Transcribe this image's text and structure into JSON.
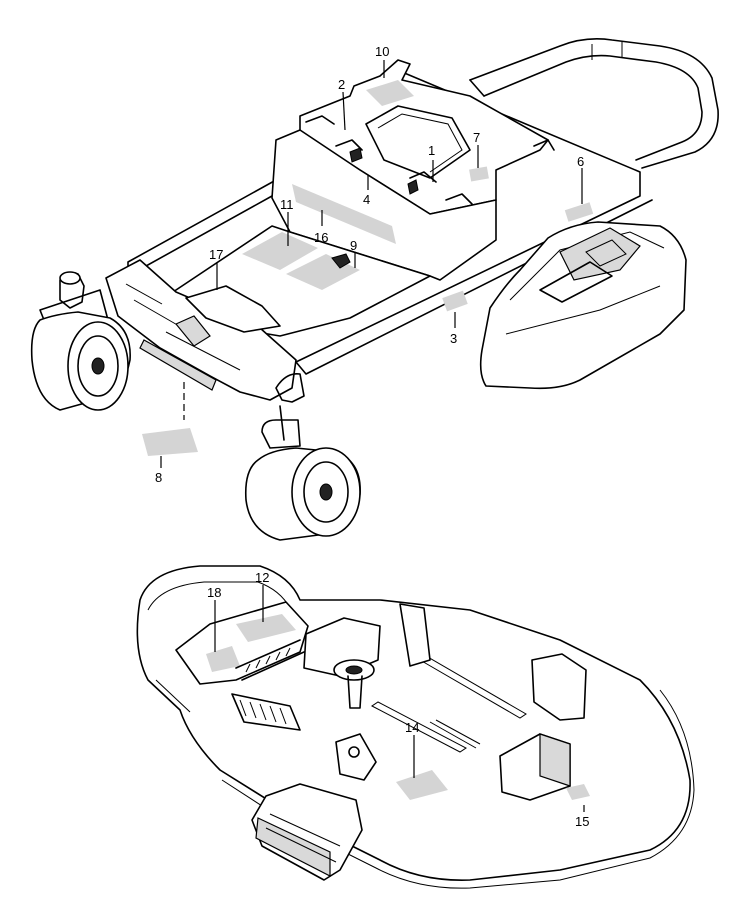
{
  "callouts": [
    {
      "id": "1",
      "label": "1"
    },
    {
      "id": "2",
      "label": "2"
    },
    {
      "id": "3",
      "label": "3"
    },
    {
      "id": "4",
      "label": "4"
    },
    {
      "id": "6",
      "label": "6"
    },
    {
      "id": "7",
      "label": "7"
    },
    {
      "id": "8",
      "label": "8"
    },
    {
      "id": "9",
      "label": "9"
    },
    {
      "id": "10",
      "label": "10"
    },
    {
      "id": "11",
      "label": "11"
    },
    {
      "id": "12",
      "label": "12"
    },
    {
      "id": "14",
      "label": "14"
    },
    {
      "id": "15",
      "label": "15"
    },
    {
      "id": "16",
      "label": "16"
    },
    {
      "id": "17",
      "label": "17"
    },
    {
      "id": "18",
      "label": "18"
    }
  ]
}
